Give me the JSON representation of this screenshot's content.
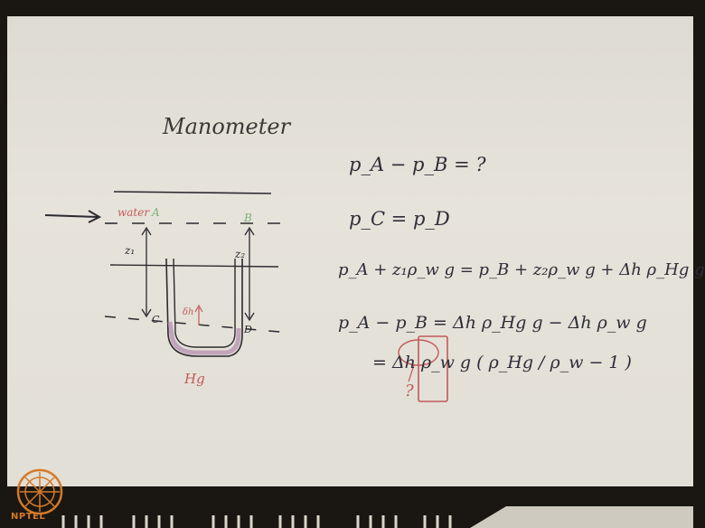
{
  "board": {
    "title": "Manometer",
    "label_water": "water",
    "label_A": "A",
    "label_B": "B",
    "label_z1": "z₁",
    "label_z2": "z₂",
    "label_C": "C",
    "label_D": "D",
    "label_dh": "δh",
    "label_Hg": "Hg",
    "equations": {
      "eq1": "p_A − p_B = ?",
      "eq2": "p_C = p_D",
      "eq3": "p_A + z₁ρ_w g = p_B + z₂ρ_w g + Δh ρ_Hg g",
      "eq4": "p_A − p_B =   Δh ρ_Hg g − Δh ρ_w g",
      "eq5": "= Δh ρ_w g ( ρ_Hg / ρ_w − 1 )",
      "eq6": "?"
    }
  },
  "branding": {
    "logo_text": "NPTEL"
  },
  "colors": {
    "board": "#e2dfd6",
    "ink": "#2e2d38",
    "green": "#7db37b",
    "red": "#c25a5a",
    "frame": "#1a1712"
  }
}
